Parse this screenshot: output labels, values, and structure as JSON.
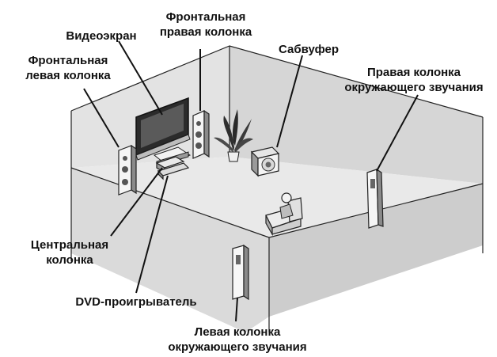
{
  "diagram": {
    "labels": {
      "front_right_line1": "Фронтальная",
      "front_right_line2": "правая колонка",
      "screen": "Видеоэкран",
      "subwoofer": "Сабвуфер",
      "front_left_line1": "Фронтальная",
      "front_left_line2": "левая колонка",
      "surround_right_line1": "Правая колонка",
      "surround_right_line2": "окружающего звучания",
      "center_line1": "Центральная",
      "center_line2": "колонка",
      "dvd": "DVD-проигрыватель",
      "surround_left_line1": "Левая колонка",
      "surround_left_line2": "окружающего звучания"
    },
    "colors": {
      "room_floor": "#dcdcdc",
      "room_wall": "#cfcfcf",
      "outline": "#222222",
      "text": "#111111"
    }
  }
}
